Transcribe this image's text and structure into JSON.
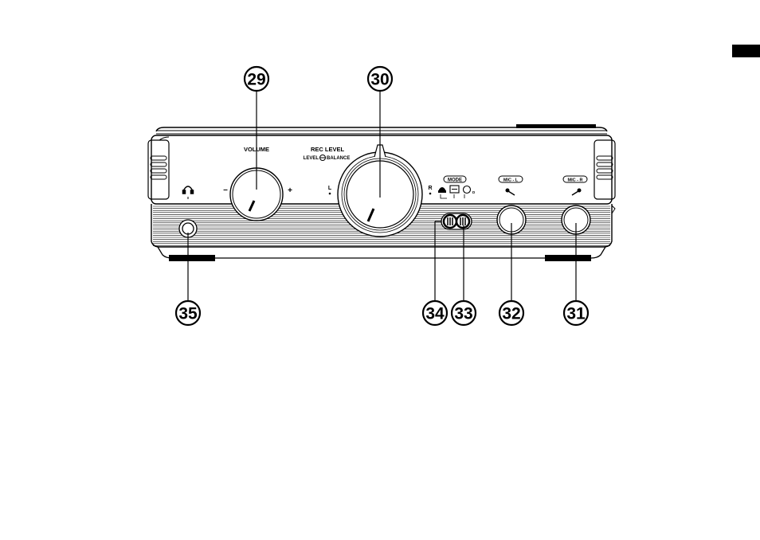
{
  "colors": {
    "ink": "#000000",
    "paper": "#ffffff",
    "corner_tab": "#000000"
  },
  "panel": {
    "volume_label": "VOLUME",
    "volume_minus": "–",
    "volume_plus": "+",
    "rec_level_label": "REC LEVEL",
    "level_word": "LEVEL",
    "balance_word": "BALANCE",
    "left_mark": "L",
    "right_mark": "R",
    "mode_label": "MODE",
    "mic_l_label": "MIC - L",
    "mic_r_label": "MIC - R"
  },
  "icons": {
    "headphone": "headphone-icon",
    "mic_l": "microphone-icon",
    "mic_r": "microphone-icon",
    "telephone": "telephone-icon",
    "conference": "conference-icon",
    "dictation": "dictation-icon"
  },
  "callouts": [
    {
      "id": "29",
      "label": "29"
    },
    {
      "id": "30",
      "label": "30"
    },
    {
      "id": "35",
      "label": "35"
    },
    {
      "id": "34",
      "label": "34"
    },
    {
      "id": "33",
      "label": "33"
    },
    {
      "id": "32",
      "label": "32"
    },
    {
      "id": "31",
      "label": "31"
    }
  ]
}
